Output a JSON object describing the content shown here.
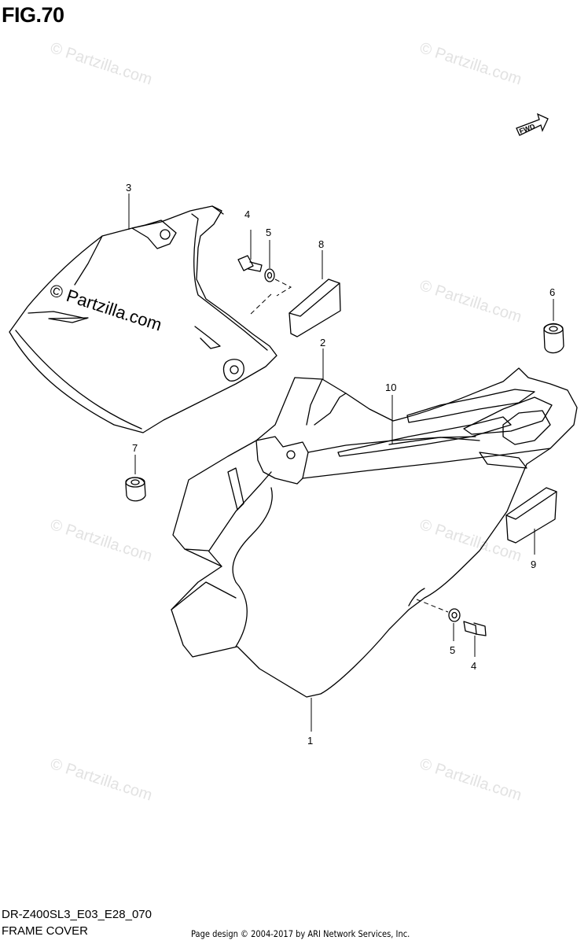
{
  "figure": {
    "title": "FIG.70",
    "model_code": "DR-Z400SL3_E03_E28_070",
    "section_name": "FRAME COVER",
    "credit": "Page design © 2004-2017 by ARI Network Services, Inc.",
    "fwd_label": "FWD"
  },
  "watermark": {
    "text": "© Partzilla.com",
    "color": "#e2e2e2"
  },
  "callouts": {
    "c1": "1",
    "c2": "2",
    "c3": "3",
    "c4_top": "4",
    "c5_top": "5",
    "c6": "6",
    "c7": "7",
    "c8": "8",
    "c9": "9",
    "c10": "10",
    "c5_bottom": "5",
    "c4_bottom": "4"
  }
}
